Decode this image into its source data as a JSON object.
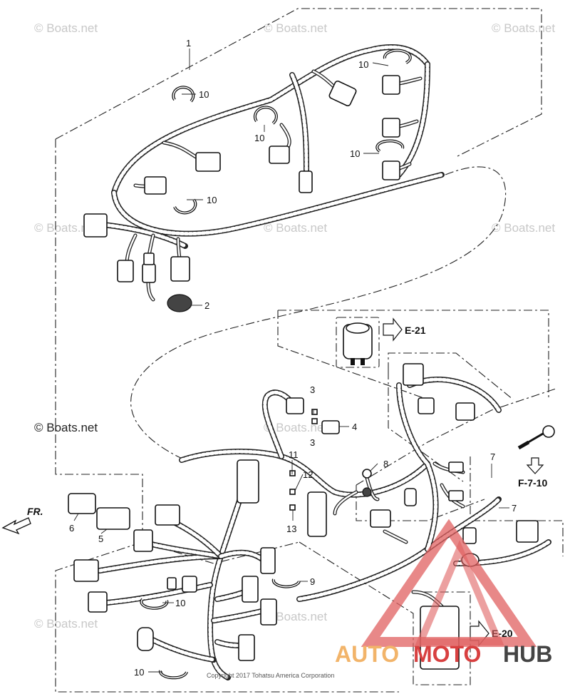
{
  "watermark": "© Boats.net",
  "copyright": "Copyright 2017 Tohatsu America Corporation",
  "brand": {
    "part1": "AUTO",
    "part2": "MOTO",
    "part3": "HUB",
    "color_light": "#f2b46a",
    "color_red": "#d84040",
    "color_dark": "#444444"
  },
  "references": {
    "e21": "E-21",
    "e20": "E-20",
    "f710": "F-7-10",
    "fr": "FR."
  },
  "callouts": {
    "c1": "1",
    "c2": "2",
    "c3a": "3",
    "c3b": "3",
    "c4": "4",
    "c5": "5",
    "c6": "6",
    "c7a": "7",
    "c7b": "7",
    "c8": "8",
    "c9": "9",
    "c10a": "10",
    "c10b": "10",
    "c10c": "10",
    "c10d": "10",
    "c10e": "10",
    "c10f": "10",
    "c10g": "10",
    "c11": "11",
    "c12": "12",
    "c13": "13"
  },
  "icons": [
    "arrow-right-icon",
    "arrow-down-icon",
    "front-arrow-icon",
    "logo-icon"
  ]
}
